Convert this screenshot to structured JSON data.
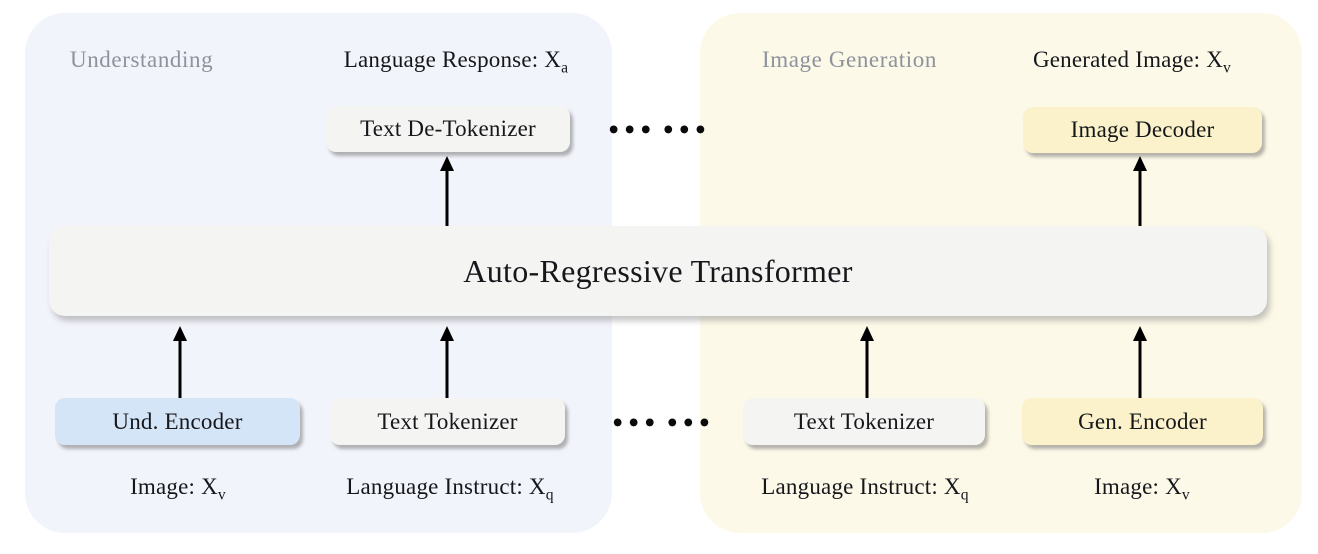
{
  "figure_title": "Decoupled multimodal understanding / generation architecture diagram",
  "panels": {
    "understanding": {
      "title": "Understanding"
    },
    "generation": {
      "title": "Image Generation"
    }
  },
  "io_labels": {
    "language_response": {
      "text": "Language Response: X",
      "sub": "a"
    },
    "generated_image": {
      "text": "Generated Image: X",
      "sub": "v"
    },
    "image_left": {
      "text": "Image: X",
      "sub": "v"
    },
    "language_instruct_left": {
      "text": "Language Instruct: X",
      "sub": "q"
    },
    "language_instruct_right": {
      "text": "Language Instruct: X",
      "sub": "q"
    },
    "image_right": {
      "text": "Image: X",
      "sub": "v"
    }
  },
  "boxes": {
    "transformer": {
      "label": "Auto-Regressive Transformer"
    },
    "text_detokenizer": {
      "label": "Text De-Tokenizer"
    },
    "image_decoder": {
      "label": "Image Decoder"
    },
    "und_encoder": {
      "label": "Und. Encoder"
    },
    "text_tokenizer_left": {
      "label": "Text Tokenizer"
    },
    "text_tokenizer_right": {
      "label": "Text Tokenizer"
    },
    "gen_encoder": {
      "label": "Gen. Encoder"
    }
  },
  "dots": {
    "top": "••• •••",
    "bottom": "••• •••"
  },
  "colors": {
    "understanding_panel": "#f2f4fb",
    "generation_panel": "#fdf9e8",
    "understanding_box": "#d5e5f8",
    "generation_box": "#fbf1ca",
    "neutral_box": "#f4f4f2",
    "section_title": "#8d929c",
    "text": "#15171b"
  }
}
